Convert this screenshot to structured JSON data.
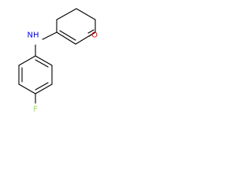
{
  "molecule": {
    "colors": {
      "bond": "#000000",
      "nitrogen": "#0000ff",
      "oxygen": "#ff0000",
      "fluorine": "#90e050"
    },
    "labels": {
      "nitrogen": "NH",
      "oxygen": "O",
      "fluorine": "F"
    }
  }
}
